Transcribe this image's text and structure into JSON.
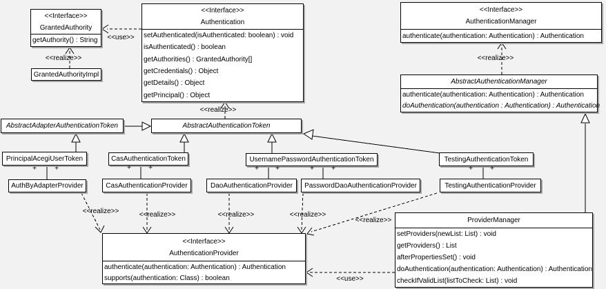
{
  "diagram": {
    "colors": {
      "background": "#f2f2f2",
      "box_fill": "#ffffff",
      "line": "#000000",
      "shadow": "#a6a6a6"
    },
    "labels": {
      "use": "<<use>>",
      "realize": "<<realize>>",
      "plus": "+"
    },
    "nodes": {
      "grantedAuthority": {
        "stereotype": "<<Interface>>",
        "name": "GrantedAuthority",
        "methods": [
          "getAuthority() : String"
        ]
      },
      "grantedAuthorityImpl": {
        "name": "GrantedAuthorityImpl"
      },
      "authentication": {
        "stereotype": "<<Interface>>",
        "name": "Authentication",
        "methods": [
          "setAuthenticated(isAuthenticated: boolean) : void",
          "isAuthenticated() : boolean",
          "getAuthorities() : GrantedAuthority[]",
          "getCredentials() : Object",
          "getDetails() : Object",
          "getPrincipal() : Object"
        ]
      },
      "authenticationManager": {
        "stereotype": "<<Interface>>",
        "name": "AuthenticationManager",
        "methods": [
          "authenticate(authentication: Authentication) : Authentication"
        ]
      },
      "abstractAuthenticationManager": {
        "name": "AbstractAuthenticationManager",
        "abstract": true,
        "abstract_method_indexes": [
          1
        ],
        "methods": [
          "authenticate(authentication: Authentication) : Authentication",
          "doAuthentication(authentication : Authentication) : Authentication"
        ]
      },
      "abstractAdapterAuthenticationToken": {
        "name": "AbstractAdapterAuthenticationToken",
        "abstract": true
      },
      "abstractAuthenticationToken": {
        "name": "AbstractAuthenticationToken",
        "abstract": true
      },
      "principalAcegiUserToken": {
        "name": "PrincipalAcegiUserToken"
      },
      "casAuthenticationToken": {
        "name": "CasAuthenticationToken"
      },
      "usernamePasswordAuthenticationToken": {
        "name": "UsernamePasswordAuthenticationToken"
      },
      "testingAuthenticationToken": {
        "name": "TestingAuthenticationToken"
      },
      "authByAdapterProvider": {
        "name": "AuthByAdapterProvider"
      },
      "casAuthenticationProvider": {
        "name": "CasAuthenticationProvider"
      },
      "daoAuthenticationProvider": {
        "name": "DaoAuthenticationProvider"
      },
      "passwordDaoAuthenticationProvider": {
        "name": "PasswordDaoAuthenticationProvider"
      },
      "testingAuthenticationProvider": {
        "name": "TestingAuthenticationProvider"
      },
      "authenticationProvider": {
        "stereotype": "<<Interface>>",
        "name": "AuthenticationProvider",
        "methods": [
          "authenticate(authentication: Authentication) : Authentication",
          "supports(authentication: Class) : boolean"
        ]
      },
      "providerManager": {
        "name": "ProviderManager",
        "methods": [
          "setProviders(newList: List) : void",
          "getProviders() : List",
          "afterPropertiesSet() : void",
          "doAuthentication(authentication: Authentication) : Authentication",
          "checkIfValidList(listToCheck: List) : void"
        ]
      }
    },
    "edges": [
      {
        "from": "Authentication",
        "to": "GrantedAuthority",
        "relation": "use",
        "label": "<<use>>"
      },
      {
        "from": "GrantedAuthorityImpl",
        "to": "GrantedAuthority",
        "relation": "realize",
        "label": "<<realize>>"
      },
      {
        "from": "AbstractAuthenticationToken",
        "to": "Authentication",
        "relation": "realize",
        "label": "<<realize>>"
      },
      {
        "from": "AbstractAuthenticationManager",
        "to": "AuthenticationManager",
        "relation": "realize",
        "label": "<<realize>>"
      },
      {
        "from": "AbstractAdapterAuthenticationToken",
        "to": "AbstractAuthenticationToken",
        "relation": "generalization"
      },
      {
        "from": "PrincipalAcegiUserToken",
        "to": "AbstractAdapterAuthenticationToken",
        "relation": "generalization"
      },
      {
        "from": "CasAuthenticationToken",
        "to": "AbstractAuthenticationToken",
        "relation": "generalization"
      },
      {
        "from": "UsernamePasswordAuthenticationToken",
        "to": "AbstractAuthenticationToken",
        "relation": "generalization"
      },
      {
        "from": "TestingAuthenticationToken",
        "to": "AbstractAuthenticationToken",
        "relation": "generalization"
      },
      {
        "from": "ProviderManager",
        "to": "AbstractAuthenticationManager",
        "relation": "generalization"
      },
      {
        "from": "PrincipalAcegiUserToken",
        "to": "AuthByAdapterProvider",
        "relation": "association",
        "end_labels": [
          "+",
          "+"
        ]
      },
      {
        "from": "CasAuthenticationToken",
        "to": "CasAuthenticationProvider",
        "relation": "association",
        "end_labels": [
          "+",
          "+"
        ]
      },
      {
        "from": "UsernamePasswordAuthenticationToken",
        "to": "DaoAuthenticationProvider",
        "relation": "association",
        "end_labels": [
          "+",
          "+"
        ]
      },
      {
        "from": "UsernamePasswordAuthenticationToken",
        "to": "PasswordDaoAuthenticationProvider",
        "relation": "association",
        "end_labels": [
          "+",
          "+"
        ]
      },
      {
        "from": "TestingAuthenticationToken",
        "to": "TestingAuthenticationProvider",
        "relation": "association",
        "end_labels": [
          "+",
          "+"
        ]
      },
      {
        "from": "AuthByAdapterProvider",
        "to": "AuthenticationProvider",
        "relation": "realize",
        "label": "<<realize>>"
      },
      {
        "from": "CasAuthenticationProvider",
        "to": "AuthenticationProvider",
        "relation": "realize",
        "label": "<<realize>>"
      },
      {
        "from": "DaoAuthenticationProvider",
        "to": "AuthenticationProvider",
        "relation": "realize",
        "label": "<<realize>>"
      },
      {
        "from": "PasswordDaoAuthenticationProvider",
        "to": "AuthenticationProvider",
        "relation": "realize",
        "label": "<<realize>>"
      },
      {
        "from": "TestingAuthenticationProvider",
        "to": "AuthenticationProvider",
        "relation": "realize",
        "label": "<<realize>>"
      },
      {
        "from": "ProviderManager",
        "to": "AuthenticationProvider",
        "relation": "use",
        "label": "<<use>>"
      }
    ]
  }
}
